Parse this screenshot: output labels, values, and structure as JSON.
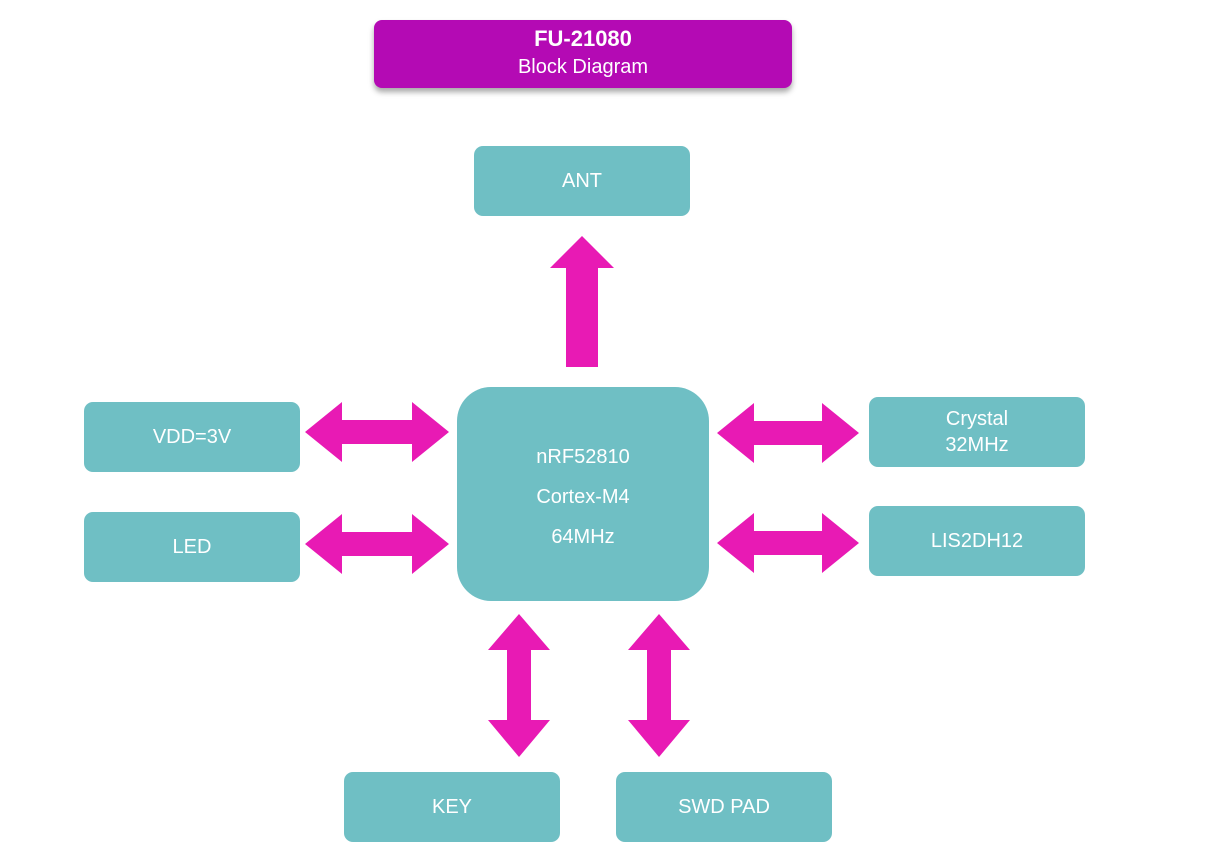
{
  "title": {
    "main": "FU-21080",
    "sub": "Block Diagram"
  },
  "chip": {
    "line1": "nRF52810",
    "line2": "Cortex-M4",
    "line3": "64MHz"
  },
  "blocks": {
    "ant": "ANT",
    "vdd": "VDD=3V",
    "led": "LED",
    "crystal_line1": "Crystal",
    "crystal_line2": "32MHz",
    "accelerometer": "LIS2DH12",
    "key": "KEY",
    "swd": "SWD PAD"
  },
  "colors": {
    "block": "#6fbfc4",
    "arrow": "#e81ab4",
    "title": "#b40ab4"
  }
}
